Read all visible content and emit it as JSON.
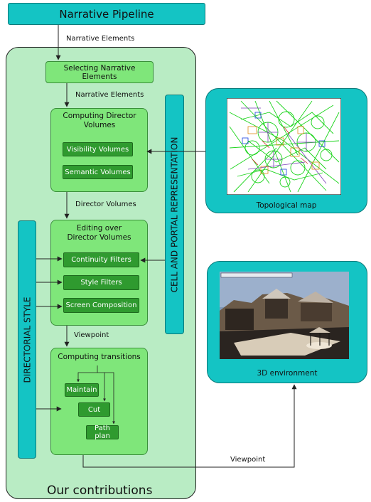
{
  "nodes": {
    "narrative_pipeline": "Narrative Pipeline",
    "selecting": "Selecting Narrative Elements",
    "computing_director_volumes": "Computing Director Volumes",
    "visibility_volumes": "Visibility Volumes",
    "semantic_volumes": "Semantic Volumes",
    "editing_line1": "Editing over",
    "editing_line2": "Director Volumes",
    "continuity_filters": "Continuity Filters",
    "style_filters": "Style Filters",
    "screen_composition": "Screen Composition",
    "computing_transitions": "Computing transitions",
    "maintain": "Maintain",
    "cut": "Cut",
    "path_plan": "Path plan",
    "cell_portal": "CELL AND PORTAL REPRESENTATION",
    "directorial_style": "DIRECTORIAL STYLE",
    "topological_map": "Topological map",
    "environment_3d": "3D environment",
    "contributions": "Our contributions"
  },
  "edges": {
    "narrative_elements_1": "Narrative Elements",
    "narrative_elements_2": "Narrative Elements",
    "director_volumes": "Director Volumes",
    "viewpoint_1": "Viewpoint",
    "viewpoint_2": "Viewpoint"
  },
  "colors": {
    "teal": "#14c4c4",
    "contrib_bg": "#b9ecc4",
    "light_green": "#7fe67a",
    "dark_green": "#2f9a2f"
  }
}
